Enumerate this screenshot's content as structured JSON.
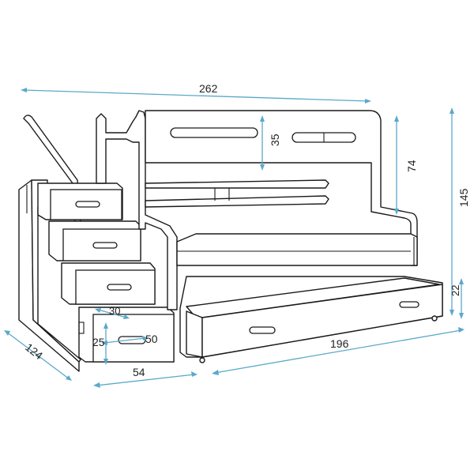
{
  "dimensions": {
    "total_width": "262",
    "total_height": "145",
    "upper_bed_height": "74",
    "headboard_cutout": "35",
    "drawer_height": "22",
    "drawer_length": "196",
    "depth": "124",
    "stairs_width": "54",
    "step_drawer_width": "50",
    "step_drawer_height": "25",
    "step_handle": "30"
  },
  "colors": {
    "dimension_line": "#5aa9c9",
    "outline": "#1a1a1a",
    "background": "#ffffff"
  }
}
